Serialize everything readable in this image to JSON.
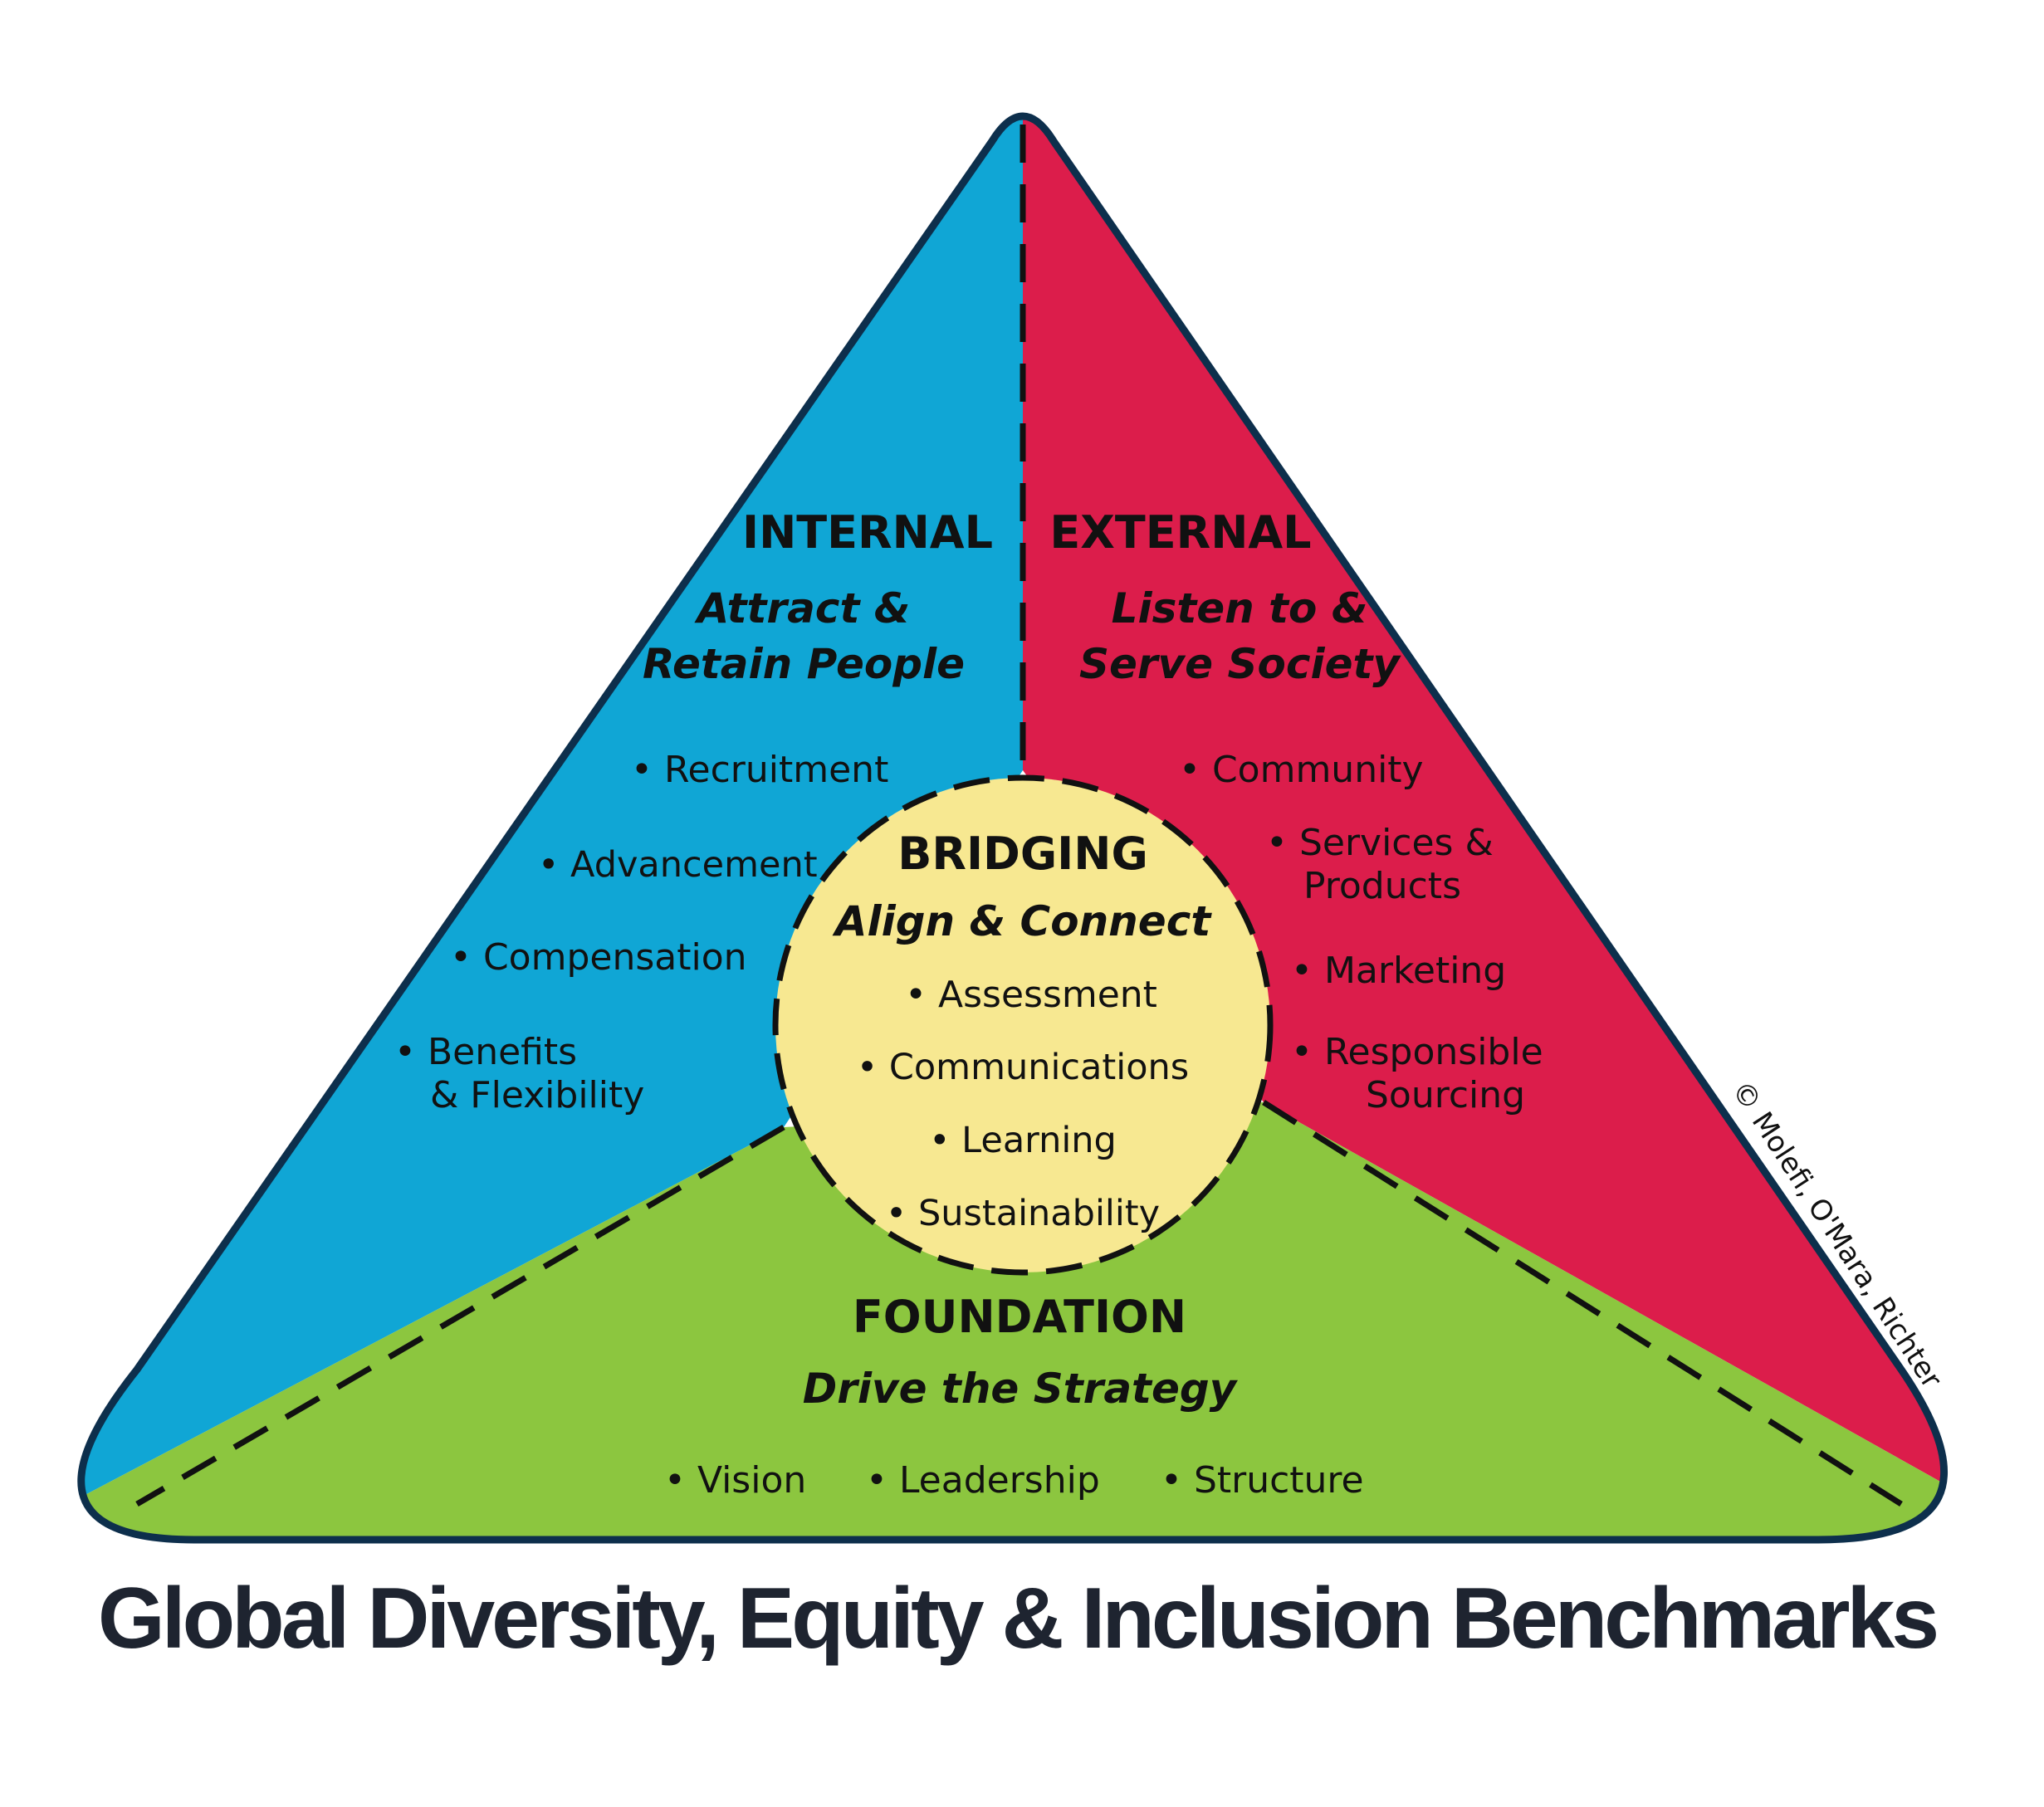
{
  "colors": {
    "internal": "#10a6d5",
    "external": "#dc1d4b",
    "foundation": "#8cc63f",
    "bridging": "#f7e891",
    "outline": "#0d2f4c",
    "divider": "#111111",
    "title": "#1e2430"
  },
  "internal": {
    "heading": "INTERNAL",
    "tagline_1": "Attract &",
    "tagline_2": "Retain People",
    "items": [
      "• Recruitment",
      "• Advancement",
      "• Compensation",
      "• Benefits",
      "& Flexibility"
    ]
  },
  "external": {
    "heading": "EXTERNAL",
    "tagline_1": "Listen to &",
    "tagline_2": "Serve Society",
    "items": [
      "• Community",
      "• Services &",
      "Products",
      "• Marketing",
      "• Responsible",
      "Sourcing"
    ]
  },
  "bridging": {
    "heading": "BRIDGING",
    "tagline": "Align & Connect",
    "items": [
      "• Assessment",
      "• Communications",
      "• Learning",
      "• Sustainability"
    ]
  },
  "foundation": {
    "heading": "FOUNDATION",
    "tagline": "Drive the Strategy",
    "items": [
      "• Vision",
      "• Leadership",
      "• Structure"
    ]
  },
  "copyright": "© Molefi, O'Mara, Richter",
  "title": "Global Diversity, Equity & Inclusion Benchmarks"
}
